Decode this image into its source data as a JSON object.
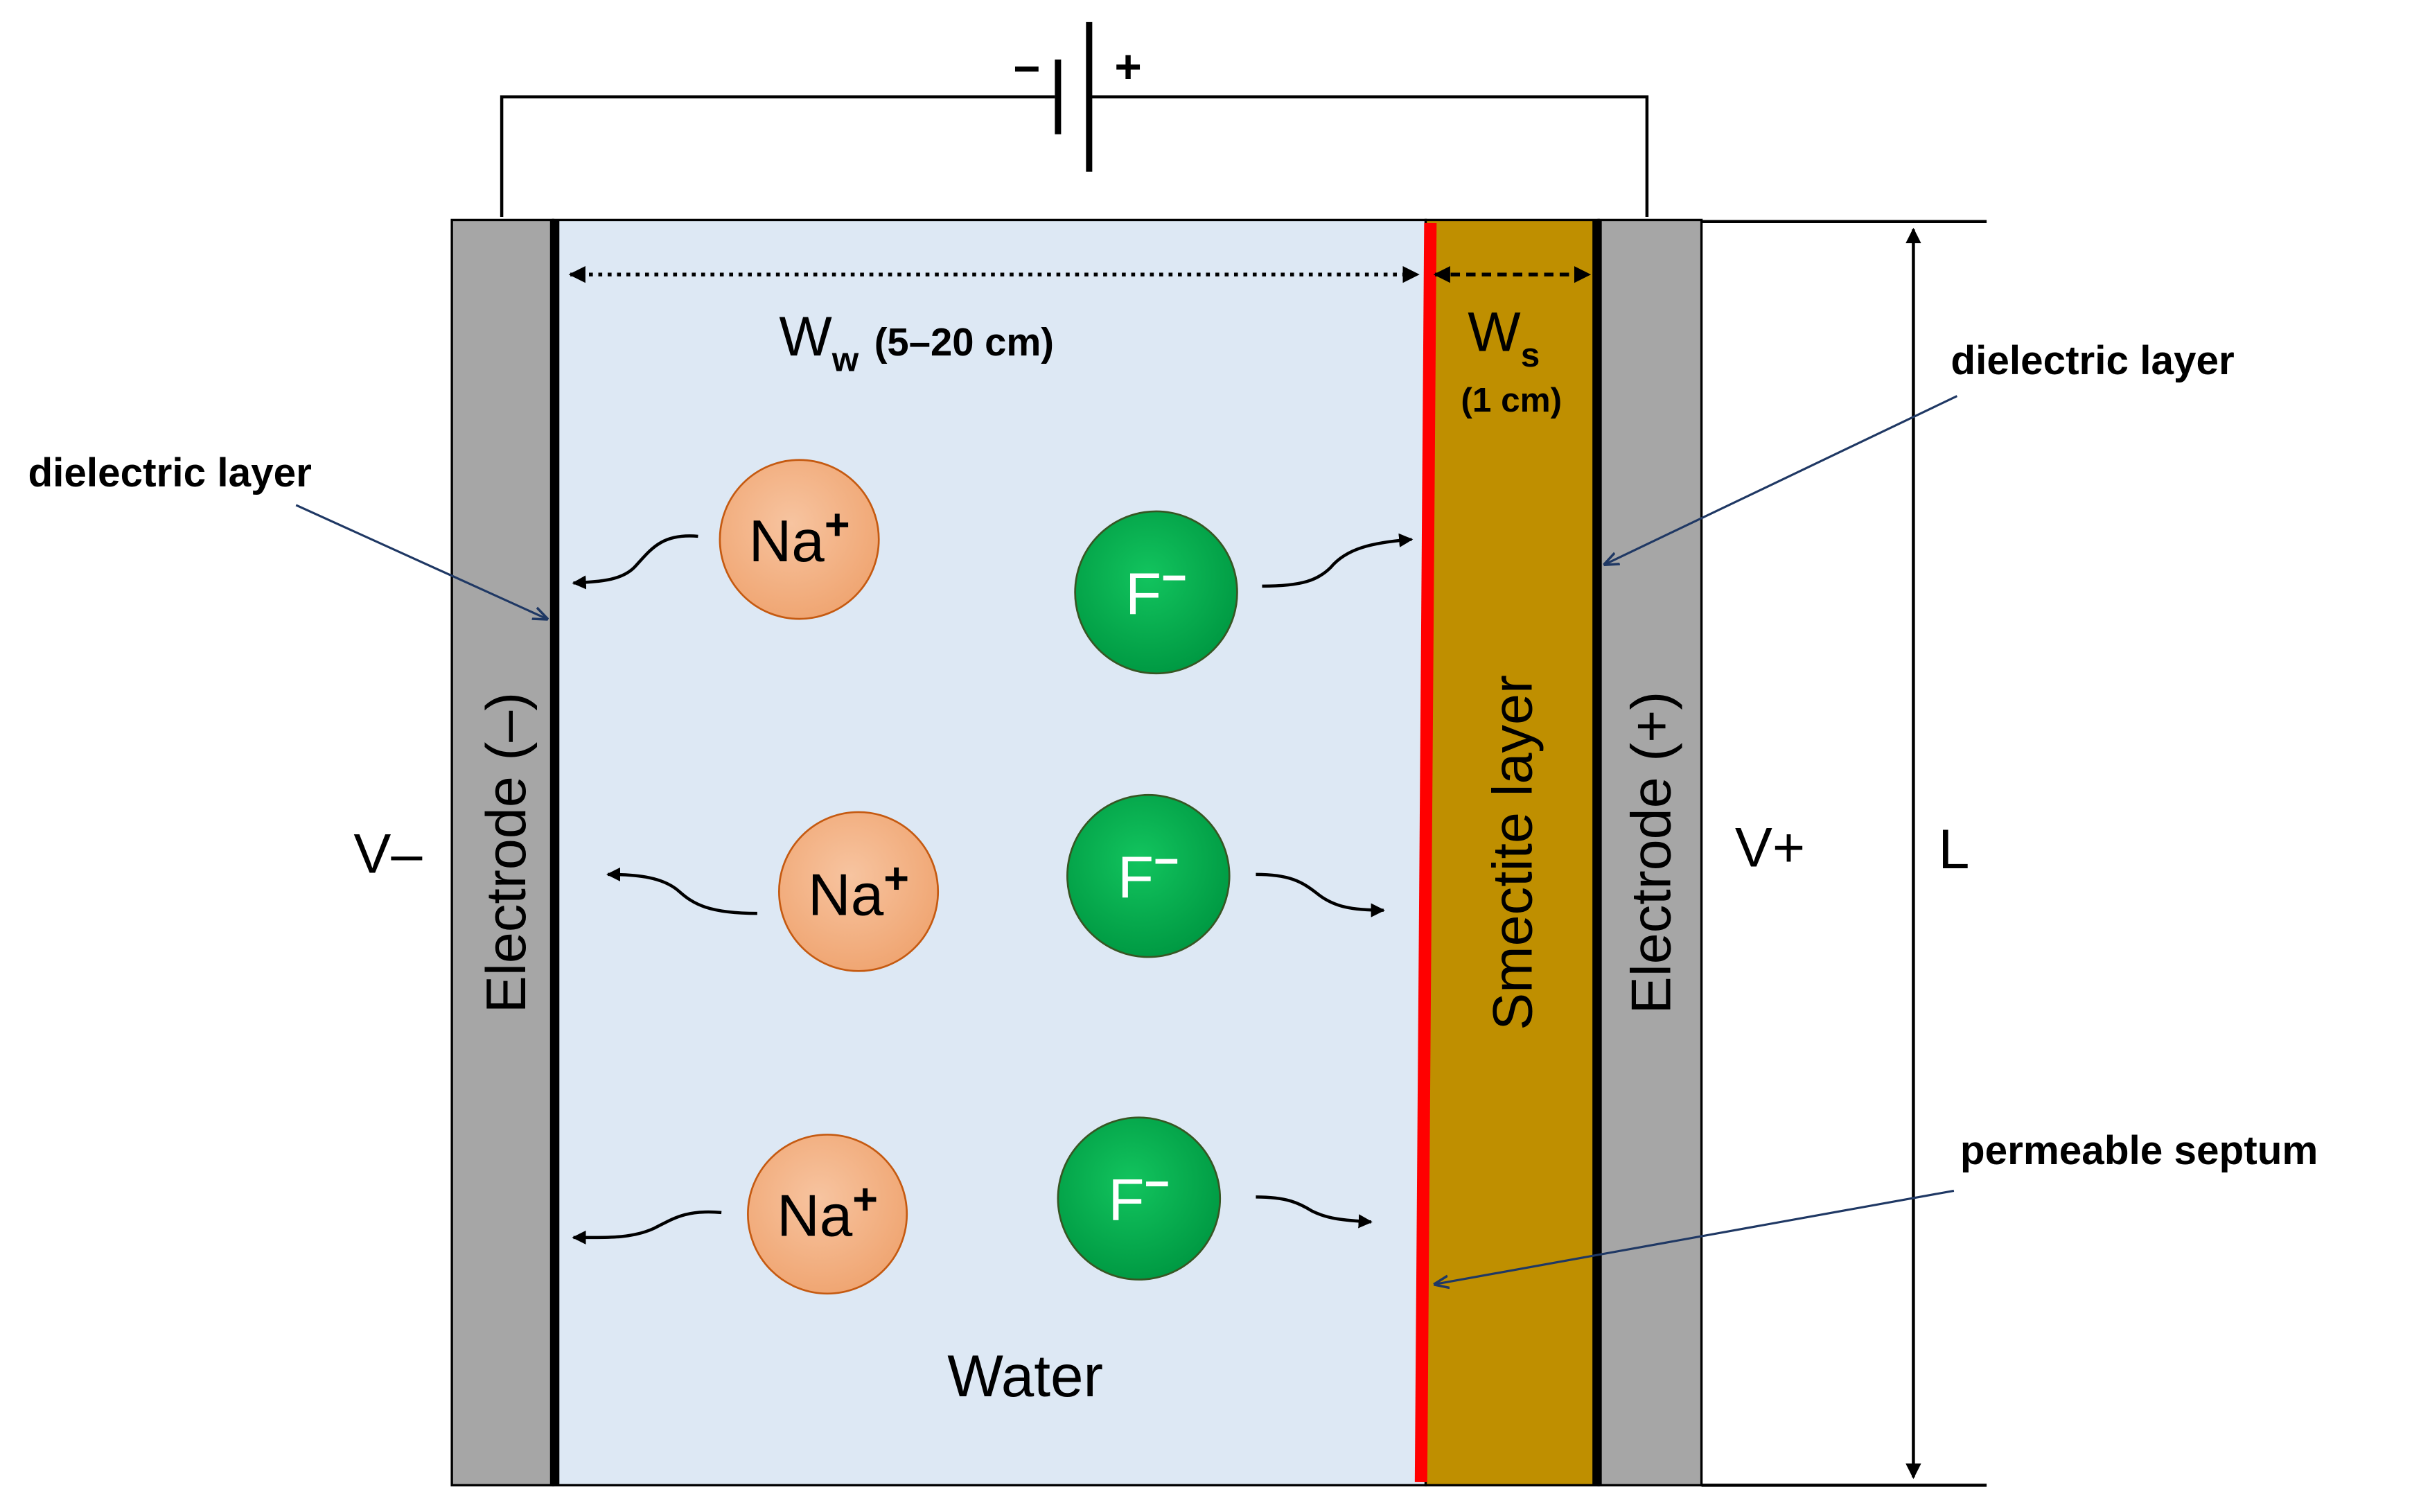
{
  "battery": {
    "minus": "−",
    "plus": "+"
  },
  "labels": {
    "electrode_neg": "Electrode (–)",
    "electrode_pos": "Electrode (+)",
    "smectite": "Smectite layer",
    "water": "Water",
    "v_minus": "V–",
    "v_plus": "V+",
    "length": "L",
    "dielectric_left": "dielectric layer",
    "dielectric_right": "dielectric layer",
    "septum": "permeable septum"
  },
  "dimensions": {
    "ww_main": "W",
    "ww_sub": "w",
    "ww_range": "(5–20 cm)",
    "ws_main": "W",
    "ws_sub": "s",
    "ws_range": "(1 cm)"
  },
  "ions": {
    "cation_base": "Na",
    "cation_charge": "+",
    "anion_base": "F",
    "anion_charge": "−"
  },
  "colors": {
    "electrode": "#a6a6a6",
    "water": "#dde8f4",
    "smectite": "#bf8f00",
    "septum": "#ff0000",
    "cation": "#f4b183",
    "anion": "#00b050",
    "pointer": "#1f3864"
  }
}
